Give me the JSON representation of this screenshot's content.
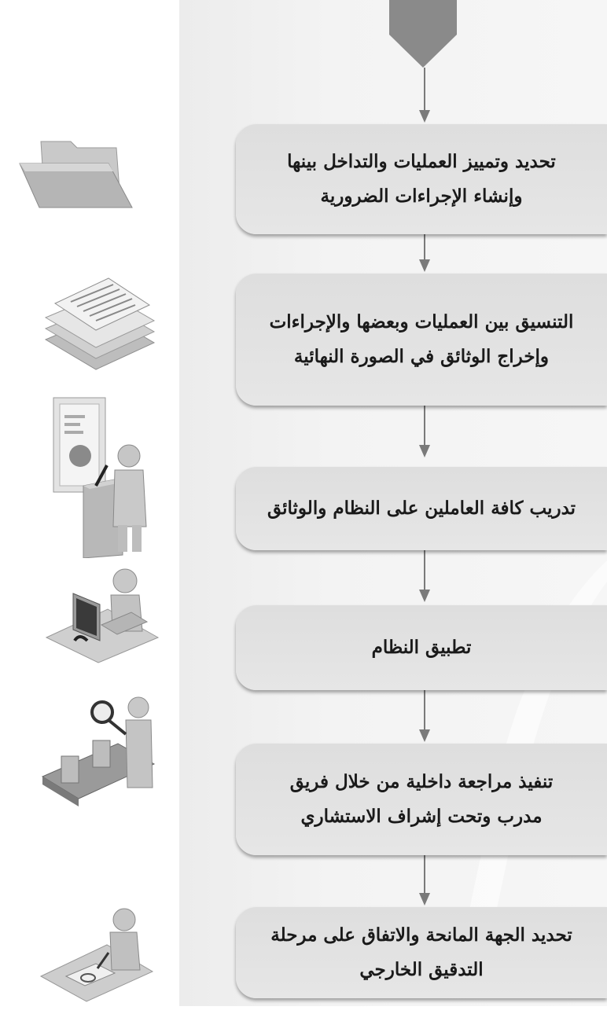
{
  "steps": [
    {
      "label": "تحديد وتمييز العمليات والتداخل بينها\nوإنشاء الإجراءات الضرورية",
      "icon": "folder-icon"
    },
    {
      "label": "التنسيق بين العمليات وبعضها والإجراءات\nوإخراج الوثائق في الصورة النهائية",
      "icon": "documents-stack-icon"
    },
    {
      "label": "تدريب كافة العاملين على النظام والوثائق",
      "icon": "presenter-training-icon"
    },
    {
      "label": "تطبيق النظام",
      "icon": "person-at-computer-icon"
    },
    {
      "label": "تنفيذ مراجعة داخلية من خلال فريق\nمدرب وتحت إشراف الاستشاري",
      "icon": "inspector-magnifier-icon"
    },
    {
      "label": "تحديد الجهة المانحة والاتفاق على مرحلة\nالتدقيق الخارجي",
      "icon": "person-signing-document-icon"
    }
  ],
  "colors": {
    "box": "#e2e2e2",
    "text": "#1a1a1a",
    "arrow": "#7a7a7a",
    "top_arrow": "#8a8a8a"
  }
}
